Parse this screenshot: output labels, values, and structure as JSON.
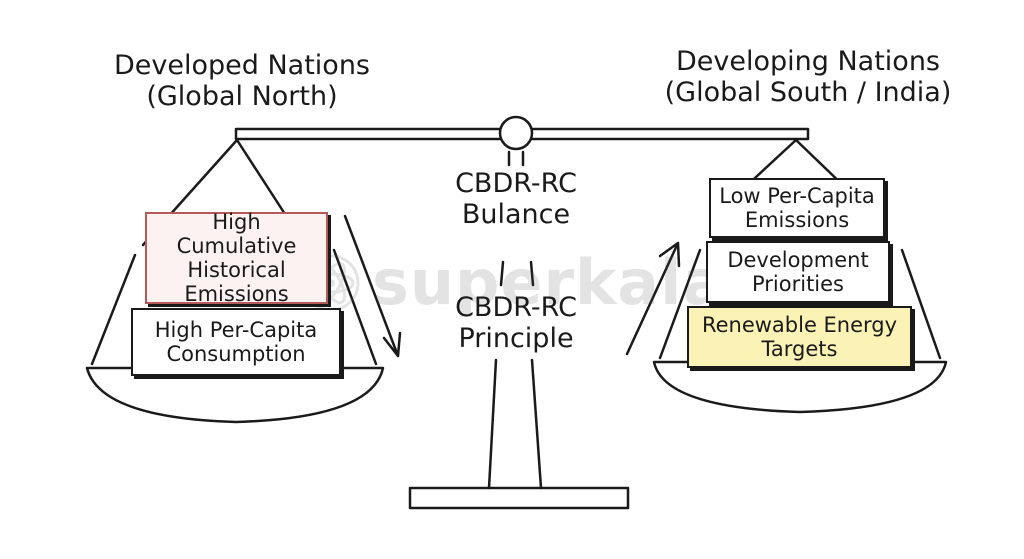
{
  "left": {
    "heading_line1": "Developed Nations",
    "heading_line2": "(Global North)",
    "boxes": [
      "High Cumulative Historical Emissions",
      "High Per-Capita Consumption"
    ]
  },
  "right": {
    "heading_line1": "Developing Nations",
    "heading_line2": "(Global South / India)",
    "boxes": [
      "Low Per-Capita Emissions",
      "Development Priorities",
      "Renewable Energy Targets"
    ]
  },
  "center": {
    "label1_line1": "CBDR-RC",
    "label1_line2": "Bulance",
    "label2_line1": "CBDR-RC",
    "label2_line2": "Principle"
  },
  "watermark": "superkalam",
  "colors": {
    "ink": "#1a1a1a",
    "historical_border": "#b55a5a",
    "historical_fill": "#fdf2f2",
    "renewable_fill": "#fbf3b5"
  }
}
